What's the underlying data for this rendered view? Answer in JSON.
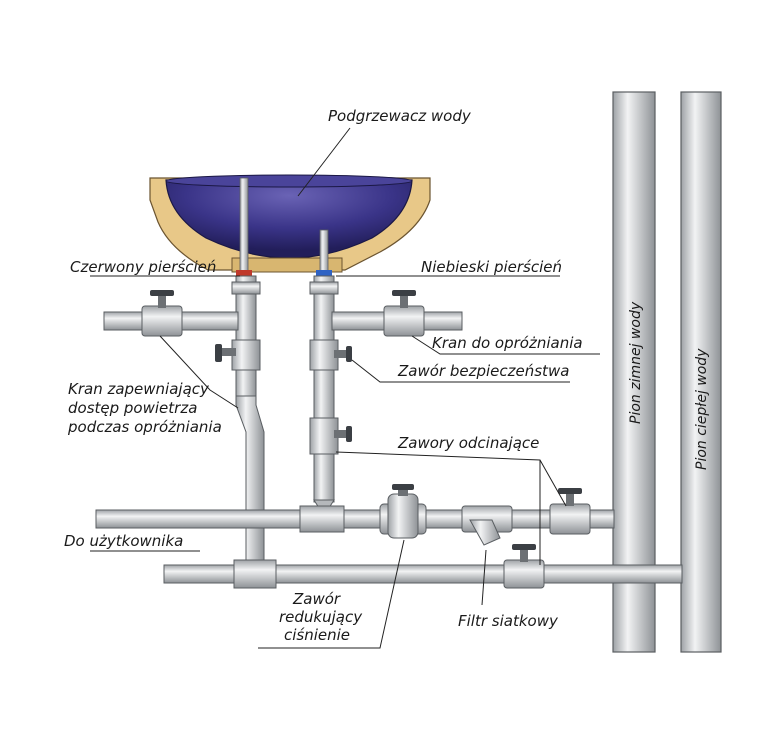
{
  "labels": {
    "heater": "Podgrzewacz wody",
    "red_ring": "Czerwony pierścień",
    "blue_ring": "Niebieski pierścień",
    "drain_tap": "Kran do opróżniania",
    "safety_valve": "Zawór bezpieczeństwa",
    "air_tap_line1": "Kran zapewniający",
    "air_tap_line2": "dostęp powietrza",
    "air_tap_line3": "podczas opróżniania",
    "shutoff_valves": "Zawory odcinające",
    "to_user": "Do użytkownika",
    "reducer_line1": "Zawór",
    "reducer_line2": "redukujący",
    "reducer_line3": "ciśnienie",
    "strainer": "Filtr siatkowy",
    "cold_riser": "Pion zimnej wody",
    "hot_riser": "Pion ciepłej wody"
  },
  "colors": {
    "pipe_fill": "#d7d9db",
    "pipe_stroke": "#5a5e62",
    "tank_dark": "#2e2a72",
    "tank_light": "#6a63b5",
    "insulation": "#e8c888",
    "red_ring": "#c0392b",
    "blue_ring": "#2f63c4"
  }
}
